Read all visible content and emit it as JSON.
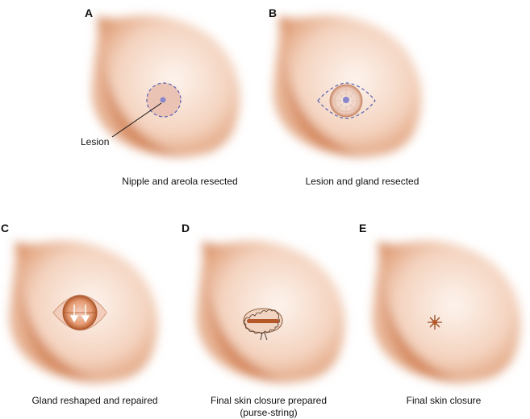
{
  "panels": [
    {
      "letter": "A",
      "caption": "Nipple and areola resected",
      "callout": "Lesion"
    },
    {
      "letter": "B",
      "caption": "Lesion and gland resected"
    },
    {
      "letter": "C",
      "caption": "Gland reshaped and repaired"
    },
    {
      "letter": "D",
      "caption_line1": "Final skin closure prepared",
      "caption_line2": "(purse-string)"
    },
    {
      "letter": "E",
      "caption": "Final skin closure"
    }
  ],
  "colors": {
    "skin_light": "#fbeee6",
    "skin_mid": "#eab597",
    "skin_dark": "#c9703f",
    "areola": "#e7b8a8",
    "dashed": "#5b63b0",
    "gland": "#f3dcd1"
  }
}
